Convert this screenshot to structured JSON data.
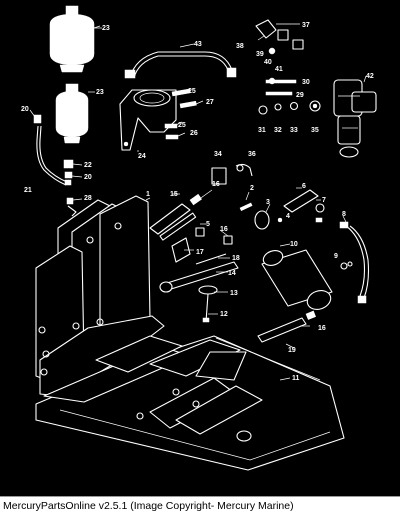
{
  "footer": {
    "caption": "MercuryPartsOnline v2.5.1 (Image Copyright- Mercury Marine)"
  },
  "colors": {
    "background": "#000000",
    "linework": "#ffffff",
    "footer_bg": "#ffffff",
    "footer_text": "#000000"
  },
  "callouts": [
    {
      "id": "c23a",
      "text": "23"
    },
    {
      "id": "c43",
      "text": "43"
    },
    {
      "id": "c37",
      "text": "37"
    },
    {
      "id": "c38",
      "text": "38"
    },
    {
      "id": "c39",
      "text": "39"
    },
    {
      "id": "c40",
      "text": "40"
    },
    {
      "id": "c41",
      "text": "41"
    },
    {
      "id": "c42",
      "text": "42"
    },
    {
      "id": "c23b",
      "text": "23"
    },
    {
      "id": "c25a",
      "text": "25"
    },
    {
      "id": "c27",
      "text": "27"
    },
    {
      "id": "c30",
      "text": "30"
    },
    {
      "id": "c29",
      "text": "29"
    },
    {
      "id": "c20a",
      "text": "20"
    },
    {
      "id": "c25b",
      "text": "25"
    },
    {
      "id": "c26",
      "text": "26"
    },
    {
      "id": "c31",
      "text": "31"
    },
    {
      "id": "c32",
      "text": "32"
    },
    {
      "id": "c33",
      "text": "33"
    },
    {
      "id": "c35",
      "text": "35"
    },
    {
      "id": "c24",
      "text": "24"
    },
    {
      "id": "c34",
      "text": "34"
    },
    {
      "id": "c36",
      "text": "36"
    },
    {
      "id": "c22",
      "text": "22"
    },
    {
      "id": "c20b",
      "text": "20"
    },
    {
      "id": "c21",
      "text": "21"
    },
    {
      "id": "c28",
      "text": "28"
    },
    {
      "id": "c1",
      "text": "1"
    },
    {
      "id": "c15",
      "text": "15"
    },
    {
      "id": "c16a",
      "text": "16"
    },
    {
      "id": "c2",
      "text": "2"
    },
    {
      "id": "c6",
      "text": "6"
    },
    {
      "id": "c3",
      "text": "3"
    },
    {
      "id": "c7",
      "text": "7"
    },
    {
      "id": "c4",
      "text": "4"
    },
    {
      "id": "c8",
      "text": "8"
    },
    {
      "id": "c5",
      "text": "5"
    },
    {
      "id": "c16b",
      "text": "16"
    },
    {
      "id": "c10",
      "text": "10"
    },
    {
      "id": "c17",
      "text": "17"
    },
    {
      "id": "c18",
      "text": "18"
    },
    {
      "id": "c9",
      "text": "9"
    },
    {
      "id": "c14",
      "text": "14"
    },
    {
      "id": "c13",
      "text": "13"
    },
    {
      "id": "c12",
      "text": "12"
    },
    {
      "id": "c16c",
      "text": "16"
    },
    {
      "id": "c19",
      "text": "19"
    },
    {
      "id": "c11",
      "text": "11"
    }
  ]
}
